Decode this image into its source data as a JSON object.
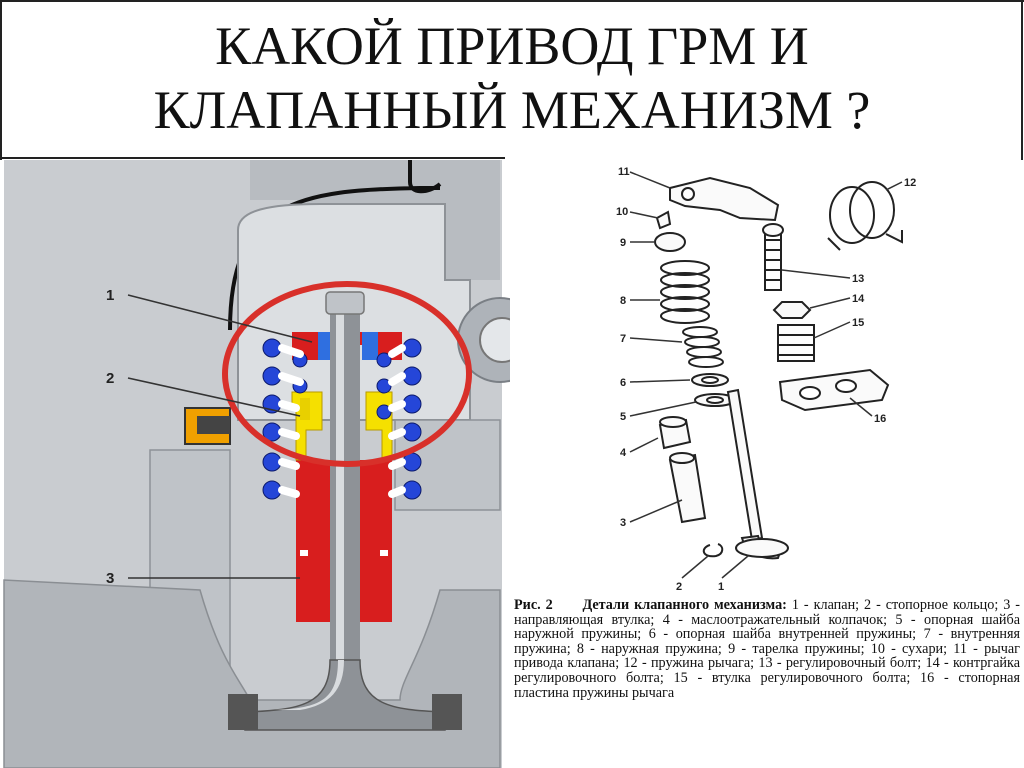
{
  "slide": {
    "title_lines": [
      "КАКОЙ ПРИВОД ГРМ И",
      "КЛАПАННЫЙ МЕХАНИЗМ ?"
    ]
  },
  "left_diagram": {
    "labels": [
      "1",
      "2",
      "3"
    ],
    "colors": {
      "cap": "#e02020",
      "keeper": "#f5e000",
      "spring": "#2546d8",
      "body": "#b9bcc1",
      "highlight_ring": "#d8302a"
    }
  },
  "right_diagram": {
    "labels": [
      "11",
      "12",
      "10",
      "9",
      "13",
      "8",
      "14",
      "15",
      "7",
      "6",
      "16",
      "5",
      "4",
      "3",
      "2",
      "1"
    ]
  },
  "caption": {
    "lead": "Рис. 2",
    "heading": "Детали клапанного механизма:",
    "text": "1 - клапан; 2 - стопорное кольцо; 3 - направляющая втулка; 4 - маслоотражательный колпачок; 5 - опорная шайба наружной пружины; 6 - опорная шайба внутренней пружины; 7 - внутренняя пружина; 8 - наружная пружина; 9 - тарелка пружины; 10 - сухари; 11 - рычаг привода клапана; 12 - пружина рычага; 13 - регулировочный болт; 14 - контргайка регулировочного болта; 15 - втулка регулировочного болта; 16 - стопорная пластина пружины рычага"
  }
}
